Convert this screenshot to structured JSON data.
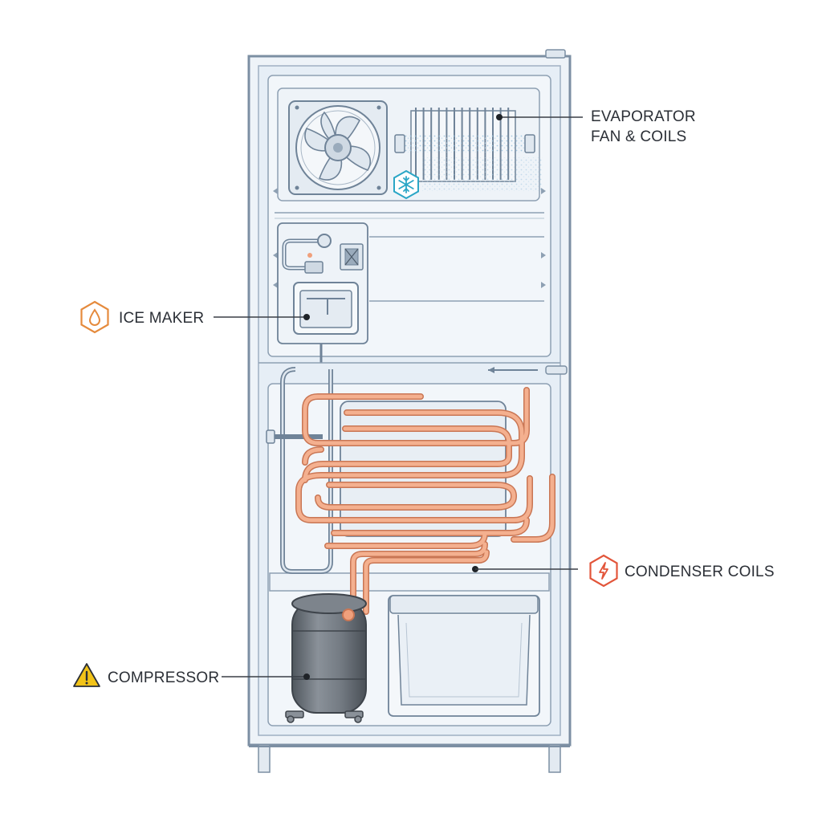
{
  "labels": {
    "evaporator_line1": "EVAPORATOR",
    "evaporator_line2": "FAN & COILS",
    "ice_maker": "ICE MAKER",
    "condenser": "CONDENSER COILS",
    "compressor": "COMPRESSOR"
  },
  "icons": {
    "ice_maker": "water-drop-hexagon-icon",
    "condenser": "lightning-hexagon-icon",
    "compressor": "warning-triangle-icon",
    "evaporator": "snowflake-hexagon-icon"
  },
  "colors": {
    "copper": "#f0a07c",
    "copper_dark": "#d47a58",
    "cabinet": "#e6eef6",
    "frame": "#7c8fa3",
    "ice_icon": "#e58a3c",
    "condenser_icon": "#e2553a",
    "warning_icon": "#f2c318",
    "snow_icon": "#2aa6c6",
    "compressor": "#6c737b"
  }
}
